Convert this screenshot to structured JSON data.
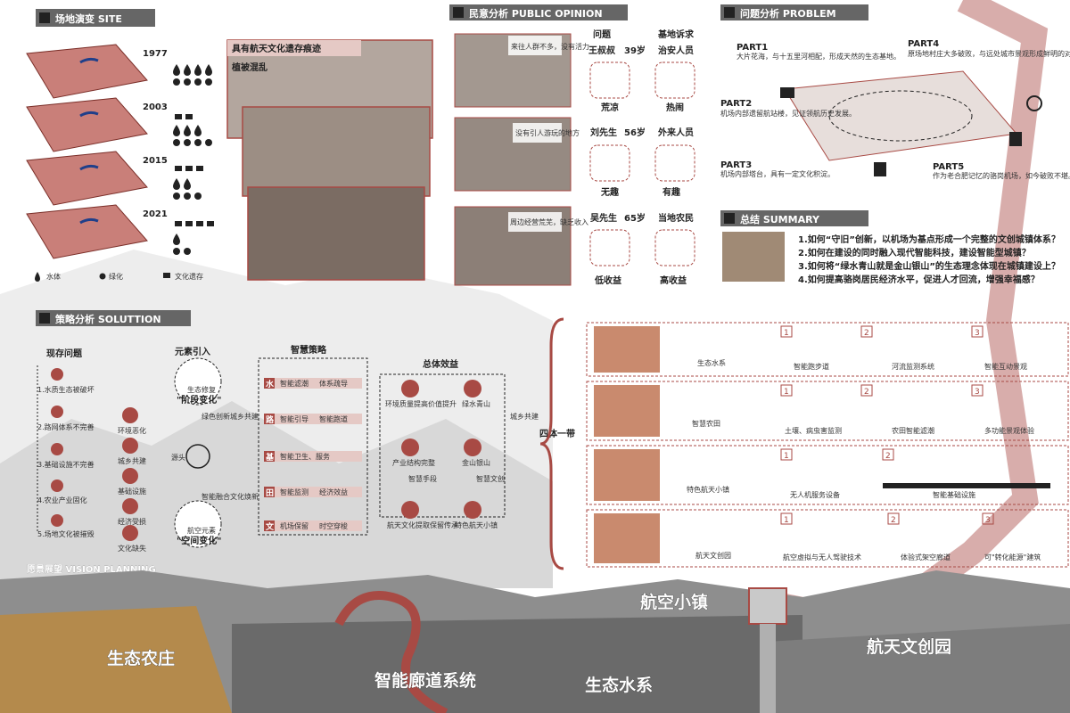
{
  "headers": {
    "site": "场地演变 SITE",
    "public_opinion": "民意分析 PUBLIC OPINION",
    "problem": "问题分析 PROBLEM",
    "summary": "总结 SUMMARY",
    "strategy": "策略分析 SOLUTTION",
    "vision": "愿景展望 VISION PLANNING"
  },
  "site": {
    "years": [
      "1977",
      "2003",
      "2015",
      "2021"
    ],
    "photo_labels": [
      "具有航天文化遗存痕迹",
      "植被混乱"
    ],
    "legend": [
      "水体",
      "绿化",
      "文化遗存"
    ]
  },
  "opinion": {
    "col_problem": "问题",
    "col_demand": "基地诉求",
    "people": [
      {
        "name": "王叔叔",
        "age": "39岁",
        "role": "治安人员",
        "bubble": "来往人群不多，没有活力",
        "problem": "荒凉",
        "demand": "热闹"
      },
      {
        "name": "刘先生",
        "age": "56岁",
        "role": "外来人员",
        "bubble": "没有引人游玩的地方",
        "problem": "无趣",
        "demand": "有趣"
      },
      {
        "name": "吴先生",
        "age": "65岁",
        "role": "当地农民",
        "bubble": "周边经营荒芜，缺乏收入",
        "problem": "低收益",
        "demand": "高收益"
      }
    ]
  },
  "problem": {
    "parts": [
      {
        "title": "PART1",
        "text": "大片花海，与十五里河相配，形成天然的生态基地。"
      },
      {
        "title": "PART2",
        "text": "机场内部遗留航站楼，见证领航历史发展。"
      },
      {
        "title": "PART3",
        "text": "机场内部塔台，具有一定文化积淀。"
      },
      {
        "title": "PART4",
        "text": "原场地村庄大多破败，与远处城市景观形成鲜明的对比。"
      },
      {
        "title": "PART5",
        "text": "作为老合肥记忆的骆岗机场，如今破败不堪。"
      }
    ]
  },
  "summary": {
    "items": [
      "1.如何“守旧”创新，以机场为基点形成一个完整的文创城镇体系？",
      "2.如何在建设的同时融入现代智能科技，建设智能型城镇？",
      "3.如何将“绿水青山就是金山银山”的生态理念体现在城镇建设上？",
      "4.如何提高骆岗居民经济水平，促进人才回流，增强幸福感？"
    ]
  },
  "strategy": {
    "current_title": "现存问题",
    "issues": [
      "1.水质生态被破坏",
      "2.路网体系不完善",
      "3.基础设施不完善",
      "4.农业产业固化",
      "5.场地文化被摧毁"
    ],
    "tags": [
      "环境恶化",
      "城乡共建",
      "基础设施",
      "经济受损",
      "文化缺失"
    ],
    "intro_title": "元素引入",
    "stage_change": "\"阶段变化\"",
    "stage_sub": "生态修复",
    "space_change": "\"空间变化\"",
    "space_sub": "航空元素",
    "left_labels": [
      "绿色创新城乡共建",
      "智能融合文化焕新"
    ],
    "core": "源头",
    "smart_title": "智慧策略",
    "rows": [
      {
        "key": "水",
        "a": "智能滤潮",
        "b": "体系疏导"
      },
      {
        "key": "路",
        "a": "智能引导",
        "b": "智能跑道"
      },
      {
        "key": "基",
        "a": "智能卫生、服务",
        "b": ""
      },
      {
        "key": "田",
        "a": "智能监测",
        "b": "经济效益"
      },
      {
        "key": "文",
        "a": "机场保留",
        "b": "时空穿梭"
      }
    ],
    "benefit_title": "总体效益",
    "env": "环境质量提高价值提升",
    "industry": "产业结构完整",
    "culture": "航天文化提取保留传承",
    "green": "绿水青山",
    "gold": "金山银山",
    "town": "特色航天小镇",
    "smart_means": "智慧手段",
    "smart_culture": "智慧文创",
    "city_rural": "城乡共建",
    "four_one": "四体一带"
  },
  "vision_panels": {
    "rows": [
      {
        "tag": "生态水系",
        "items": [
          {
            "n": "1",
            "label": "智能跑步道"
          },
          {
            "n": "2",
            "label": "河流监测系统"
          },
          {
            "n": "3",
            "label": "智能互动景观"
          }
        ]
      },
      {
        "tag": "智慧农田",
        "items": [
          {
            "n": "1",
            "label": "土壤、病虫害监测"
          },
          {
            "n": "2",
            "label": "农田智能滤潮"
          },
          {
            "n": "3",
            "label": "多功能景观体验"
          }
        ]
      },
      {
        "tag": "特色航天小镇",
        "items": [
          {
            "n": "1",
            "label": "无人机服务设备"
          },
          {
            "n": "2",
            "label": "智能基础设施"
          }
        ]
      },
      {
        "tag": "航天文创园",
        "items": [
          {
            "n": "1",
            "label": "航空虚拟与无人驾驶技术"
          },
          {
            "n": "2",
            "label": "体验式架空廊道"
          },
          {
            "n": "3",
            "label": "可\"转化能源\"建筑"
          }
        ]
      }
    ]
  },
  "vision_labels": [
    "生态农庄",
    "智能廊道系统",
    "生态水系",
    "航空小镇",
    "航天文创园"
  ],
  "colors": {
    "accent": "#a84a44",
    "header": "#666666",
    "soft": "#e5c9c5"
  }
}
